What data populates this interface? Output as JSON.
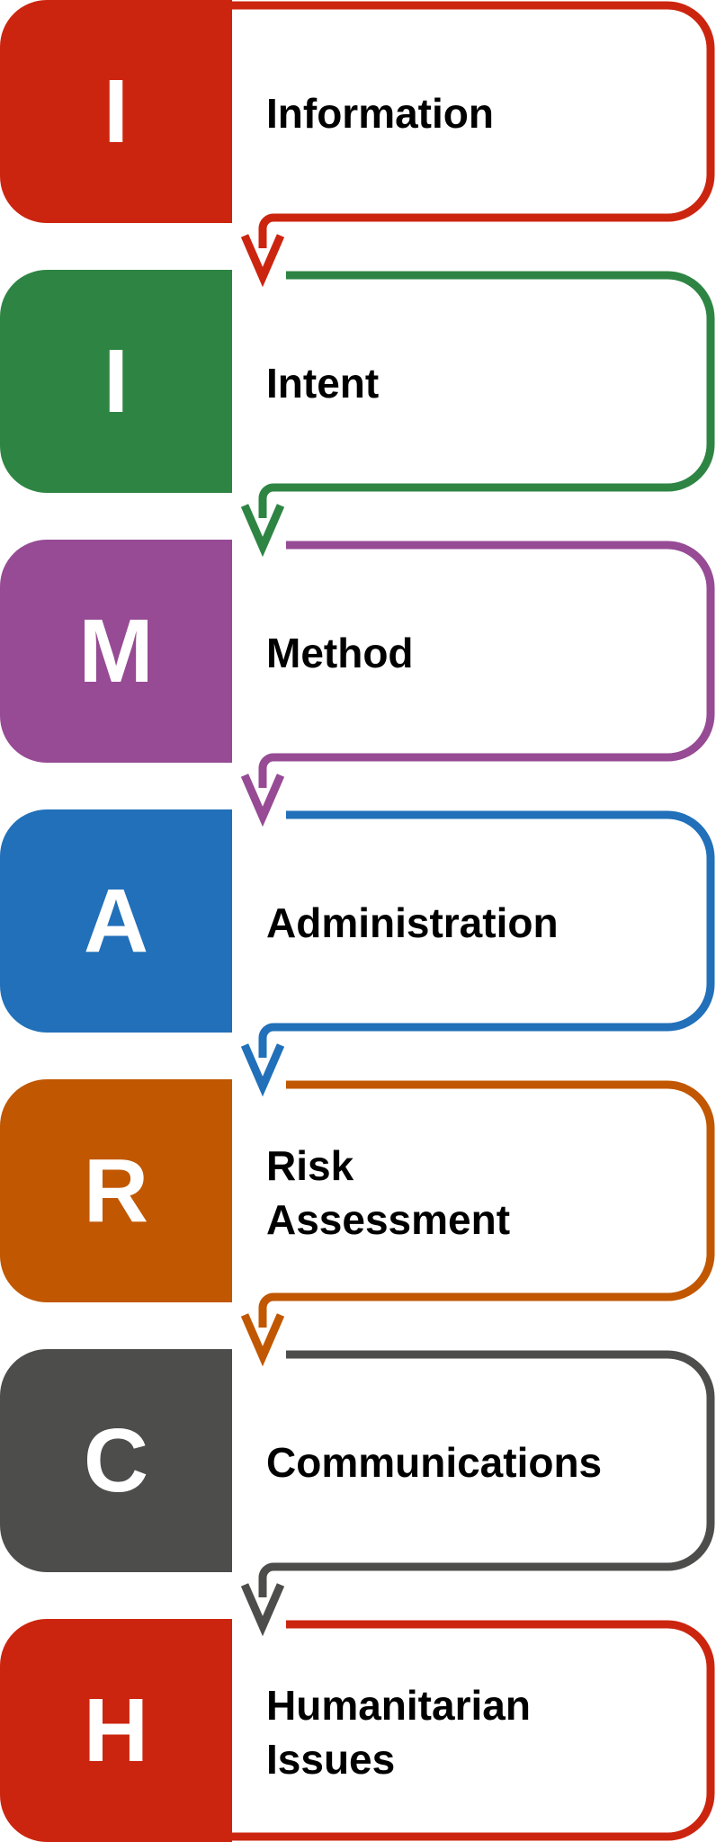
{
  "steps": [
    {
      "letter": "I",
      "label_lines": [
        "Information"
      ],
      "color": "#cc250f"
    },
    {
      "letter": "I",
      "label_lines": [
        "Intent"
      ],
      "color": "#2e8543"
    },
    {
      "letter": "M",
      "label_lines": [
        "Method"
      ],
      "color": "#964b94"
    },
    {
      "letter": "A",
      "label_lines": [
        "Administration"
      ],
      "color": "#2170b9"
    },
    {
      "letter": "R",
      "label_lines": [
        "Risk",
        "Assessment"
      ],
      "color": "#c15700"
    },
    {
      "letter": "C",
      "label_lines": [
        "Communications"
      ],
      "color": "#4d4d4b"
    },
    {
      "letter": "H",
      "label_lines": [
        "Humanitarian",
        "Issues"
      ],
      "color": "#cc250f"
    }
  ]
}
